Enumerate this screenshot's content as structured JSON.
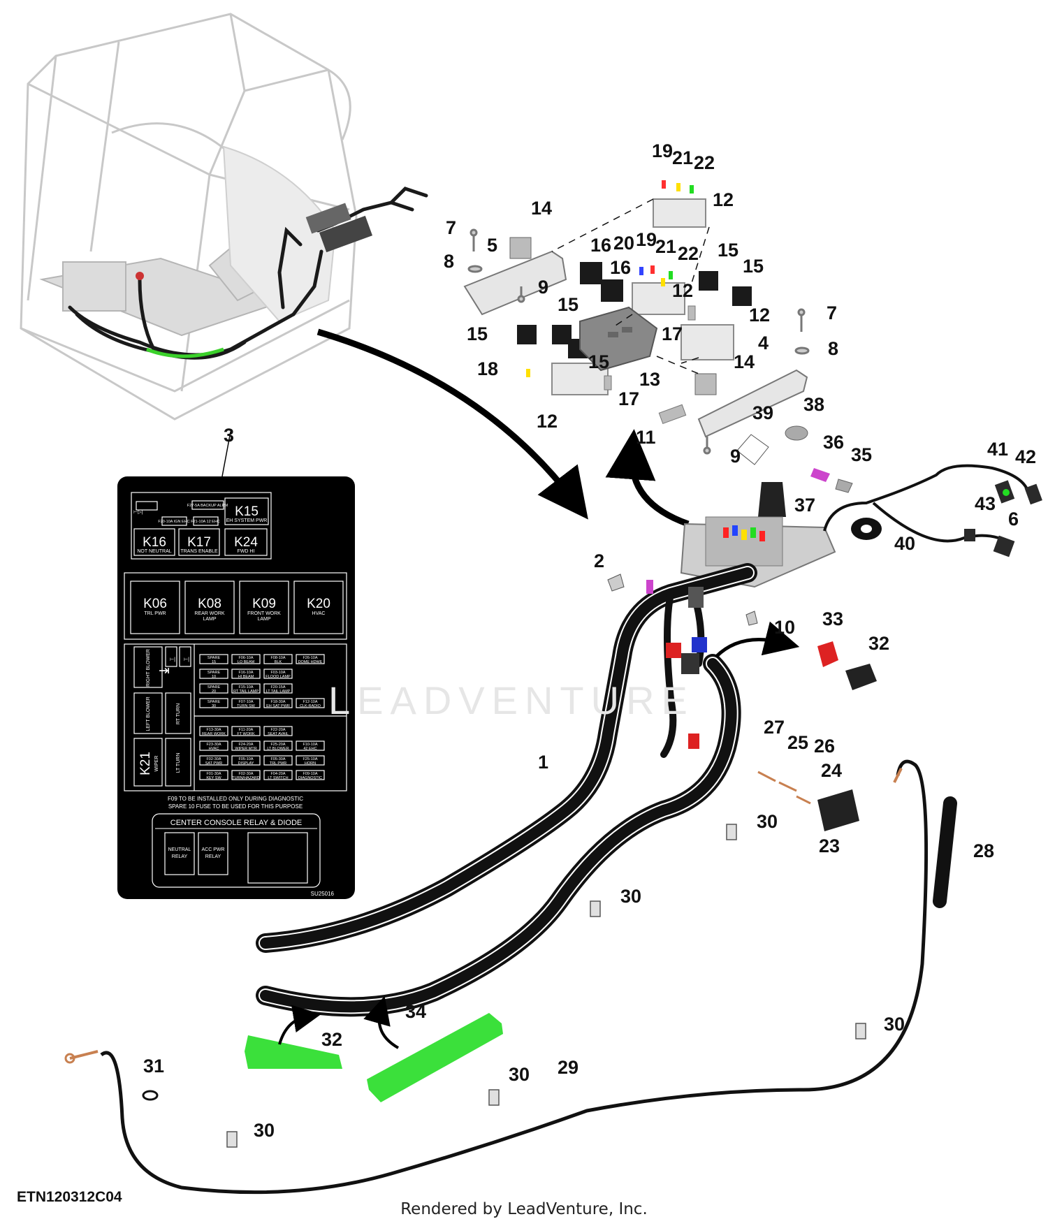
{
  "diagram": {
    "figure_id": "ETN120312C04",
    "footer": "Rendered by LeadVenture, Inc.",
    "watermark": "LEADVENTURE",
    "callouts": [
      {
        "id": "c19a",
        "label": "19"
      },
      {
        "id": "c21a",
        "label": "21"
      },
      {
        "id": "c22a",
        "label": "22"
      },
      {
        "id": "c12a",
        "label": "12"
      },
      {
        "id": "c14a",
        "label": "14"
      },
      {
        "id": "c7a",
        "label": "7"
      },
      {
        "id": "c5",
        "label": "5"
      },
      {
        "id": "c8a",
        "label": "8"
      },
      {
        "id": "c9a",
        "label": "9"
      },
      {
        "id": "c16a",
        "label": "16"
      },
      {
        "id": "c20",
        "label": "20"
      },
      {
        "id": "c19b",
        "label": "19"
      },
      {
        "id": "c21b",
        "label": "21"
      },
      {
        "id": "c22b",
        "label": "22"
      },
      {
        "id": "c16b",
        "label": "16"
      },
      {
        "id": "c15a",
        "label": "15"
      },
      {
        "id": "c15b",
        "label": "15"
      },
      {
        "id": "c12b",
        "label": "12"
      },
      {
        "id": "c15c",
        "label": "15"
      },
      {
        "id": "c15d",
        "label": "15"
      },
      {
        "id": "c17a",
        "label": "17"
      },
      {
        "id": "c12c",
        "label": "12"
      },
      {
        "id": "c7b",
        "label": "7"
      },
      {
        "id": "c8b",
        "label": "8"
      },
      {
        "id": "c4",
        "label": "4"
      },
      {
        "id": "c15e",
        "label": "15"
      },
      {
        "id": "c18",
        "label": "18"
      },
      {
        "id": "c13",
        "label": "13"
      },
      {
        "id": "c14b",
        "label": "14"
      },
      {
        "id": "c17b",
        "label": "17"
      },
      {
        "id": "c12d",
        "label": "12"
      },
      {
        "id": "c11",
        "label": "11"
      },
      {
        "id": "c39",
        "label": "39"
      },
      {
        "id": "c38",
        "label": "38"
      },
      {
        "id": "c9b",
        "label": "9"
      },
      {
        "id": "c36",
        "label": "36"
      },
      {
        "id": "c35",
        "label": "35"
      },
      {
        "id": "c41",
        "label": "41"
      },
      {
        "id": "c42",
        "label": "42"
      },
      {
        "id": "c37",
        "label": "37"
      },
      {
        "id": "c43",
        "label": "43"
      },
      {
        "id": "c6",
        "label": "6"
      },
      {
        "id": "c40",
        "label": "40"
      },
      {
        "id": "c3",
        "label": "3"
      },
      {
        "id": "c2",
        "label": "2"
      },
      {
        "id": "c10",
        "label": "10"
      },
      {
        "id": "c33",
        "label": "33"
      },
      {
        "id": "c32a",
        "label": "32"
      },
      {
        "id": "c1",
        "label": "1"
      },
      {
        "id": "c27",
        "label": "27"
      },
      {
        "id": "c25",
        "label": "25"
      },
      {
        "id": "c26",
        "label": "26"
      },
      {
        "id": "c24",
        "label": "24"
      },
      {
        "id": "c30a",
        "label": "30"
      },
      {
        "id": "c23",
        "label": "23"
      },
      {
        "id": "c28",
        "label": "28"
      },
      {
        "id": "c30b",
        "label": "30"
      },
      {
        "id": "c34",
        "label": "34"
      },
      {
        "id": "c32b",
        "label": "32"
      },
      {
        "id": "c30c",
        "label": "30"
      },
      {
        "id": "c31",
        "label": "31"
      },
      {
        "id": "c29",
        "label": "29"
      },
      {
        "id": "c30d",
        "label": "30"
      },
      {
        "id": "c30e",
        "label": "30"
      }
    ]
  },
  "decal": {
    "top_fuses": [
      "F27-5A BACKUP ALRM",
      "F20-10A IGN EHC",
      "F21-10A 12 EHC"
    ],
    "relays_top": [
      {
        "id": "K15",
        "sub": "EH SYSTEM PWR"
      },
      {
        "id": "K16",
        "sub": "NOT NEUTRAL"
      },
      {
        "id": "K17",
        "sub": "TRANS ENABLE"
      },
      {
        "id": "K24",
        "sub": "FWD HI"
      }
    ],
    "relays_mid": [
      {
        "id": "K06",
        "sub": "TRL PWR"
      },
      {
        "id": "K08",
        "sub": "REAR WORK LAMP"
      },
      {
        "id": "K09",
        "sub": "FRONT WORK LAMP"
      },
      {
        "id": "K20",
        "sub": "HVAC"
      }
    ],
    "side_labels": [
      "RIGHT BLOWER",
      "LEFT BLOWER",
      "RT TURN",
      "LT TURN"
    ],
    "k21": {
      "id": "K21",
      "sub": "WIPER"
    },
    "fuses_a": [
      [
        "SPARE 15",
        "F06-10A LO BEAM",
        "F08-10A BLK",
        "F26-10A DOME HDWE"
      ],
      [
        "SPARE 10",
        "F16-10A HI BEAM",
        "F03-10A FLOOD LAMP",
        ""
      ],
      [
        "SPARE 20",
        "F15-10A RT TAIL LAMP",
        "F20-15A LT TAIL LAMP",
        ""
      ],
      [
        "SPARE 30",
        "F07-10A TURN SW",
        "F18-30A EH SAT PWR",
        "F12-10A CLK-RADIO"
      ]
    ],
    "fuses_b": [
      [
        "F13-30A REAR WORK",
        "F11-20A FT WORK",
        "F22-20A SEAT AVAIL",
        ""
      ],
      [
        "F23-30A HVAC",
        "F24-20A WIPER MTR",
        "F25-20A LT BLOWER",
        "F10-10A 42 EHC"
      ],
      [
        "F02-30A SAT PWR",
        "F05-10A DISPLAY",
        "F05-30A TRL PWR",
        "F25-10A HORN"
      ],
      [
        "F01-30A KEY SW",
        "F02-30A TURN/HAZARD",
        "F04-20A LT SWITCH",
        "F09-10A DIAGNOSTIC"
      ]
    ],
    "note_line1": "F09 TO BE INSTALLED ONLY DURING DIAGNOSTIC",
    "note_line2": "SPARE 10 FUSE TO BE USED FOR THIS PURPOSE",
    "console_title": "CENTER CONSOLE RELAY & DIODE",
    "console_relays": [
      "NEUTRAL RELAY",
      "ACC PWR RELAY"
    ],
    "part_code": "SU25016"
  }
}
